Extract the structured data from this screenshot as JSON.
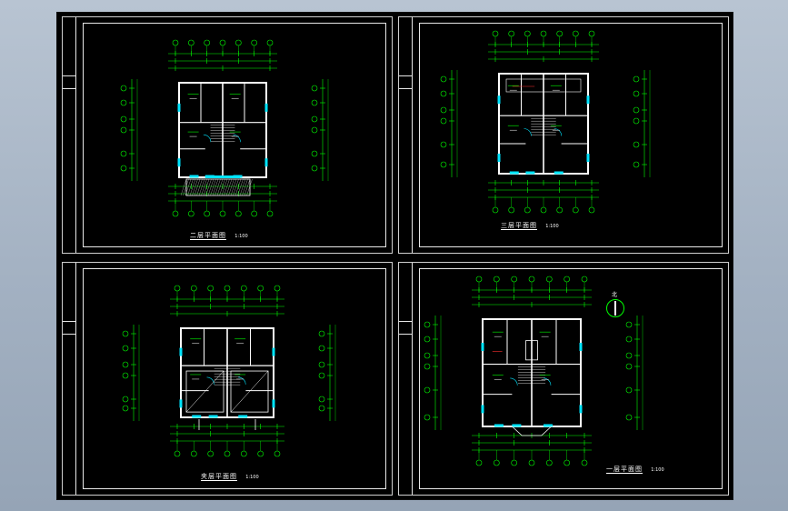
{
  "sheets": [
    {
      "id": "tl",
      "title": "二层平面图",
      "scale": "1:100"
    },
    {
      "id": "tr",
      "title": "三层平面图",
      "scale": "1:100"
    },
    {
      "id": "bl",
      "title": "夹层平面图",
      "scale": "1:100"
    },
    {
      "id": "br",
      "title": "一层平面图",
      "scale": "1:100"
    }
  ],
  "north_label": "北",
  "colors": {
    "background": "#000000",
    "frame": "#e8e8e8",
    "dimension": "#00ff00",
    "wall": "#ffffff",
    "window": "#00e5ff",
    "accent": "#ff3030"
  }
}
